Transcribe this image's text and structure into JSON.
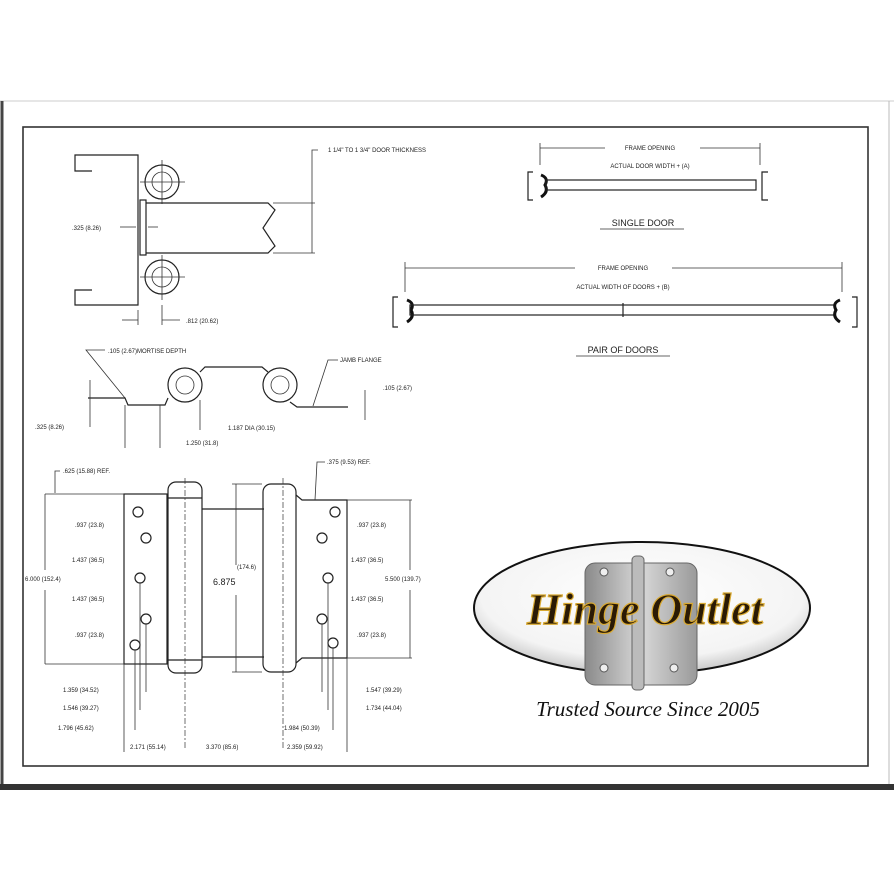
{
  "top_view": {
    "door_thickness": "1 1/4\" TO 1 3/4\" DOOR THICKNESS",
    "offset": ".325 (8.26)",
    "barrel_offset": ".812 (20.62)"
  },
  "mortise_view": {
    "mortise_depth": ".105 (2.67)MORTISE DEPTH",
    "jamb_flange": "JAMB FLANGE",
    "flange_thickness": ".105 (2.67)",
    "offset": ".325 (8.26)",
    "barrel_dia": "1.187 DIA (30.15)",
    "barrel_spacing": "1.250 (31.8)"
  },
  "single_door": {
    "frame_opening": "FRAME OPENING",
    "actual": "ACTUAL DOOR WIDTH + (A)",
    "title": "SINGLE DOOR"
  },
  "pair_of_doors": {
    "frame_opening": "FRAME OPENING",
    "actual": "ACTUAL WIDTH OF DOORS + (B)",
    "title": "PAIR OF DOORS"
  },
  "front_view": {
    "left_ref": ".625 (15.88) REF.",
    "right_ref": ".375 (9.53) REF.",
    "left_height": "6.000 (152.4)",
    "right_height": "5.500 (139.7)",
    "barrel_height": "6.875",
    "barrel_height_mm": "(174.6)",
    "left_spacings": [
      ".937 (23.8)",
      "1.437 (36.5)",
      "1.437 (36.5)",
      ".937 (23.8)"
    ],
    "right_spacings": [
      ".937 (23.8)",
      "1.437 (36.5)",
      "1.437 (36.5)",
      ".937 (23.8)"
    ],
    "left_hole_offsets": [
      "1.359 (34.52)",
      "1.546 (39.27)",
      "1.796 (45.62)"
    ],
    "right_hole_offsets": [
      "1.547 (39.29)",
      "1.734 (44.04)",
      "1.984 (50.39)"
    ],
    "bottom_dims": [
      "2.171 (55.14)",
      "3.370 (85.6)",
      "2.359 (59.92)"
    ]
  },
  "logo": {
    "name": "Hinge Outlet",
    "tagline": "Trusted Source Since 2005"
  }
}
